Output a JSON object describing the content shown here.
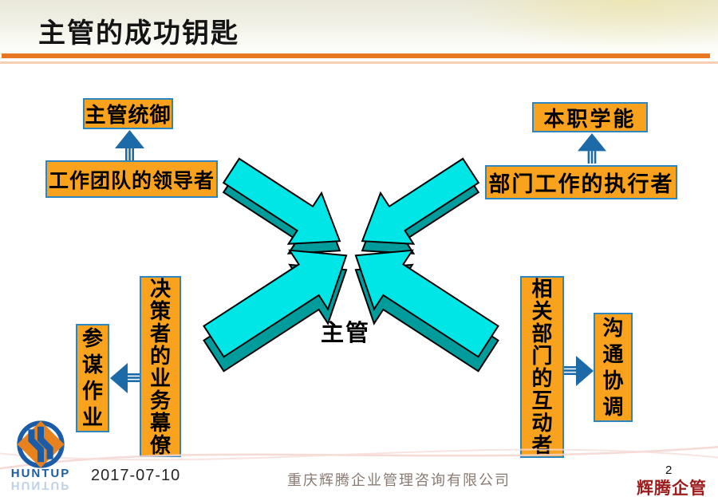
{
  "slide": {
    "title": "主管的成功钥匙",
    "page_number": "2",
    "date": "2017-07-10",
    "company": "重庆辉腾企业管理咨询有限公司",
    "brand_watermark": "辉腾企管",
    "logo_text": "HUNTUP"
  },
  "diagram": {
    "center_label": "主管",
    "top_left": {
      "capability": "主管统御",
      "role": "工作团队的领导者"
    },
    "top_right": {
      "capability": "本职学能",
      "role": "部门工作的执行者"
    },
    "bottom_left": {
      "role": "决策者的业务幕僚",
      "capability": "参谋作业"
    },
    "bottom_right": {
      "role": "相关部门的互动者",
      "capability": "沟通协调"
    }
  },
  "colors": {
    "box_fill": "#f9a21d",
    "box_border": "#2e86c1",
    "arrow_top_face": "#00e6e6",
    "arrow_side_face": "#009b9b",
    "connector_blue": "#1c6ba8",
    "accent_orange": "#e87722",
    "brand_red": "#9e1b1b"
  }
}
